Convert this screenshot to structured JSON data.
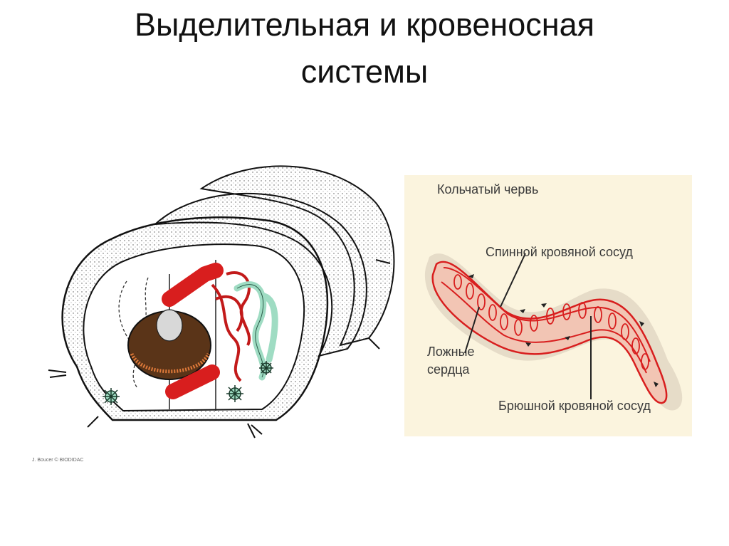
{
  "slide": {
    "title_line1": "Выделительная и кровеносная",
    "title_line2": "системы"
  },
  "left_figure": {
    "credit": "J. Boucer © BIODIDAC"
  },
  "right_figure": {
    "heading": "Кольчатый червь",
    "label_dorsal": "Спинной кровяной сосуд",
    "label_hearts_line1": "Ложные",
    "label_hearts_line2": "сердца",
    "label_ventral": "Брюшной кровяной сосуд"
  },
  "colors": {
    "blood_vessel": "#d81e1e",
    "nephridia": "#9fdcc3",
    "intestine": "#5a3418",
    "worm_body": "#f2c5b4",
    "worm_halo": "#e6dcc8",
    "panel_bg": "#fbf4de"
  }
}
